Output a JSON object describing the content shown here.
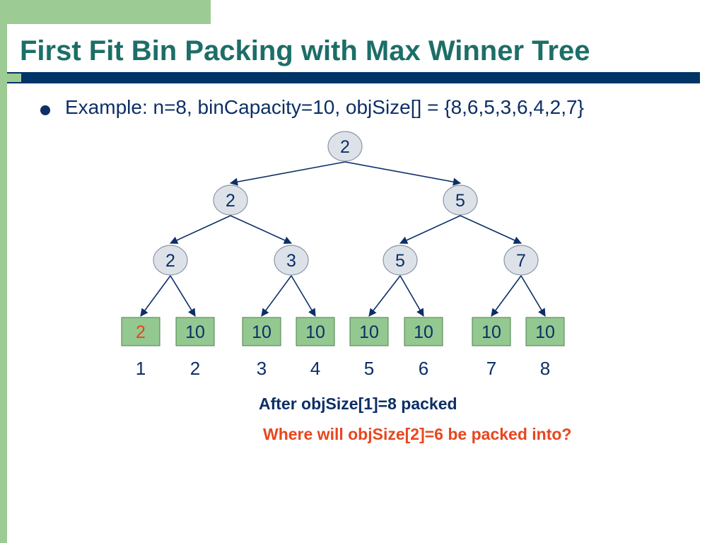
{
  "slide": {
    "title": "First Fit Bin Packing with Max Winner Tree",
    "bullet": "Example: n=8, binCapacity=10, objSize[] = {8,6,5,3,6,4,2,7}",
    "after_text": "After objSize[1]=8 packed",
    "question_text": "Where will objSize[2]=6 be packed into?"
  },
  "tree": {
    "root": "2",
    "level1": [
      "2",
      "5"
    ],
    "level2": [
      "2",
      "3",
      "5",
      "7"
    ],
    "bins": [
      "2",
      "10",
      "10",
      "10",
      "10",
      "10",
      "10",
      "10"
    ],
    "bin_numbers": [
      "1",
      "2",
      "3",
      "4",
      "5",
      "6",
      "7",
      "8"
    ],
    "highlighted_bin": 0
  },
  "colors": {
    "title": "#1d6e68",
    "text": "#0c2f66",
    "accent": "#e8461e",
    "node_fill": "#dde2e9",
    "bin_fill": "#93c890",
    "border_green": "#9ccc94",
    "rule": "#003466"
  }
}
